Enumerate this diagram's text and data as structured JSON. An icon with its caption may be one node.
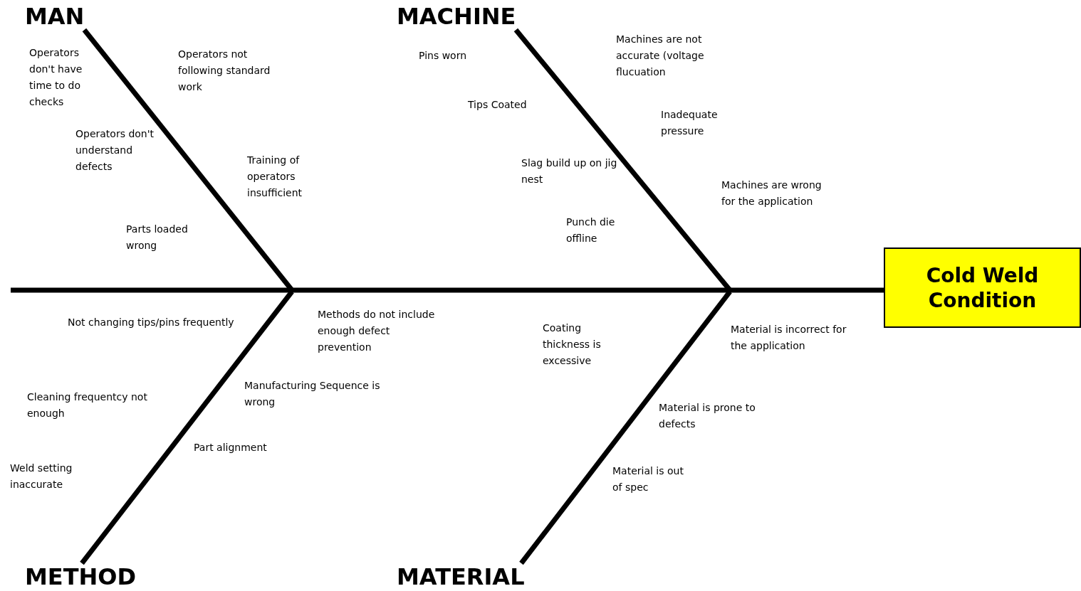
{
  "diagram": {
    "nodes": [
      {
        "text": [
          "Cold Weld Condition"
        ]
      },
      {
        "text": [
          "MAN"
        ]
      },
      {
        "text": [
          "MACHINE"
        ]
      },
      {
        "text": [
          "METHOD"
        ]
      },
      {
        "text": [
          "MATERIAL"
        ]
      }
    ],
    "edges": [
      {
        "from": null,
        "to": 0,
        "arrow": "none"
      },
      {
        "from": 1,
        "to": null,
        "arrow": "none"
      },
      {
        "from": 2,
        "to": null,
        "arrow": "none"
      },
      {
        "from": 3,
        "to": null,
        "arrow": "none"
      },
      {
        "from": 4,
        "to": null,
        "arrow": "none"
      }
    ],
    "labels": [
      "Operators don't have time to do checks",
      "Operators not following standard work",
      "Operators don't understand defects",
      "Training of operators insufficient",
      "Parts loaded wrong",
      "Pins worn",
      "Tips Coated",
      "Slag build up on jig nest",
      "Punch die offline",
      "Machines are not accurate (voltage flucuation",
      "Inadequate pressure",
      "Machines are wrong for the application",
      "Not changing tips/pins frequently",
      "Cleaning frequentcy not enough",
      "Weld setting inaccurate",
      "Methods do not include enough defect prevention",
      "Manufacturing Sequence is wrong",
      "Part alignment",
      "Coating thickness is excessive",
      "Material is incorrect for the application",
      "Material is prone to defects",
      "Material is out of spec"
    ]
  }
}
